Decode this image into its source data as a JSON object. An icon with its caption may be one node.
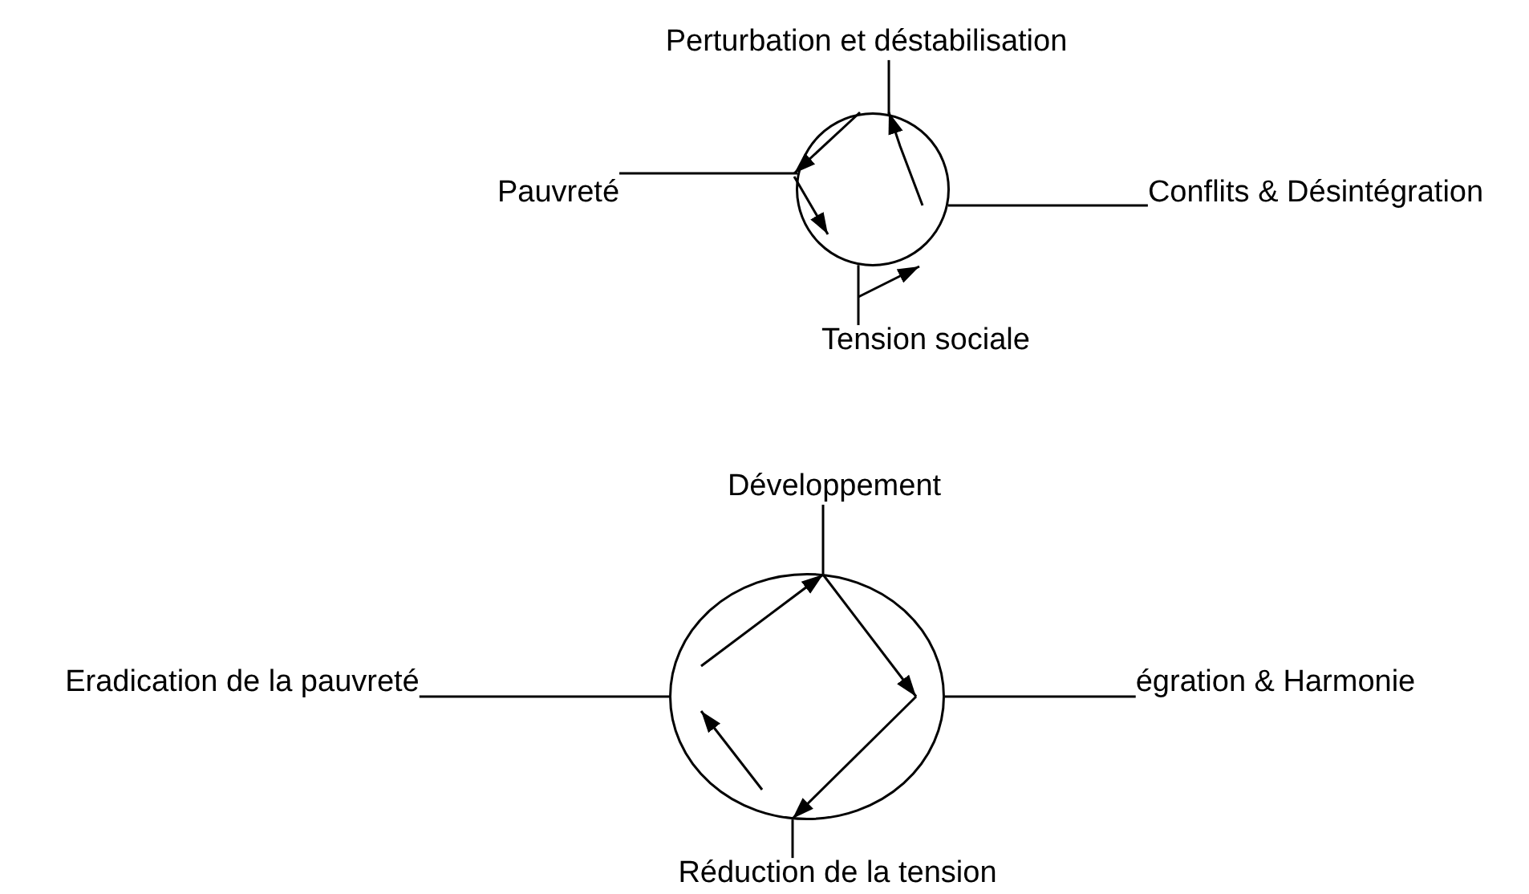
{
  "diagram": {
    "nodes": [
      {
        "text": [],
        "shape": "circle"
      },
      {
        "text": [
          "Perturbation et déstabilisation"
        ]
      },
      {
        "text": [
          "Pauvreté"
        ]
      },
      {
        "text": [
          "Conflits & Désintégration"
        ]
      },
      {
        "text": [
          "Tension sociale"
        ]
      },
      {
        "text": [],
        "shape": "circle"
      },
      {
        "text": [
          "Développement"
        ]
      },
      {
        "text": [
          "Eradication de la pauvreté"
        ]
      },
      {
        "text": [
          "égration & Harmonie"
        ]
      },
      {
        "text": [
          "Réduction de la tension"
        ]
      }
    ],
    "edges": [
      {
        "from": 1,
        "to": 0,
        "arrow": "none"
      },
      {
        "from": 2,
        "to": 0,
        "arrow": "none"
      },
      {
        "from": 3,
        "to": 0,
        "arrow": "none"
      },
      {
        "from": 4,
        "to": 0,
        "arrow": "none"
      },
      {
        "from": 6,
        "to": 5,
        "arrow": "none"
      },
      {
        "from": 7,
        "to": 5,
        "arrow": "none"
      },
      {
        "from": 8,
        "to": 5,
        "arrow": "none"
      },
      {
        "from": 9,
        "to": 5,
        "arrow": "none"
      }
    ]
  }
}
